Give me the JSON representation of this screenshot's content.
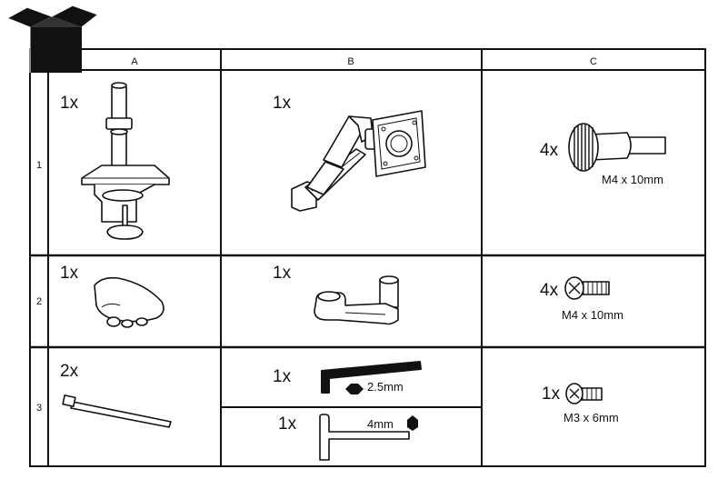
{
  "columns": [
    "A",
    "B",
    "C"
  ],
  "rows": [
    "1",
    "2",
    "3"
  ],
  "cells": {
    "a1": {
      "qty": "1x"
    },
    "b1": {
      "qty": "1x"
    },
    "c1": {
      "qty": "4x",
      "spec": "M4 x 10mm"
    },
    "a2": {
      "qty": "1x"
    },
    "b2": {
      "qty": "1x"
    },
    "c2": {
      "qty": "4x",
      "spec": "M4 x 10mm"
    },
    "a3": {
      "qty": "2x"
    },
    "b3_top": {
      "qty": "1x",
      "spec": "2.5mm"
    },
    "b3_bottom": {
      "qty": "1x",
      "spec": "4mm"
    },
    "c3": {
      "qty": "1x",
      "spec": "M3 x 6mm"
    }
  },
  "icons": [
    "box-icon",
    "desk-clamp-pole",
    "monitor-arm-with-vesa-plate",
    "thumb-screw",
    "clamp-cover",
    "extension-arm",
    "pan-head-screw",
    "cable-tie",
    "allen-key",
    "hex-key-t-handle"
  ]
}
